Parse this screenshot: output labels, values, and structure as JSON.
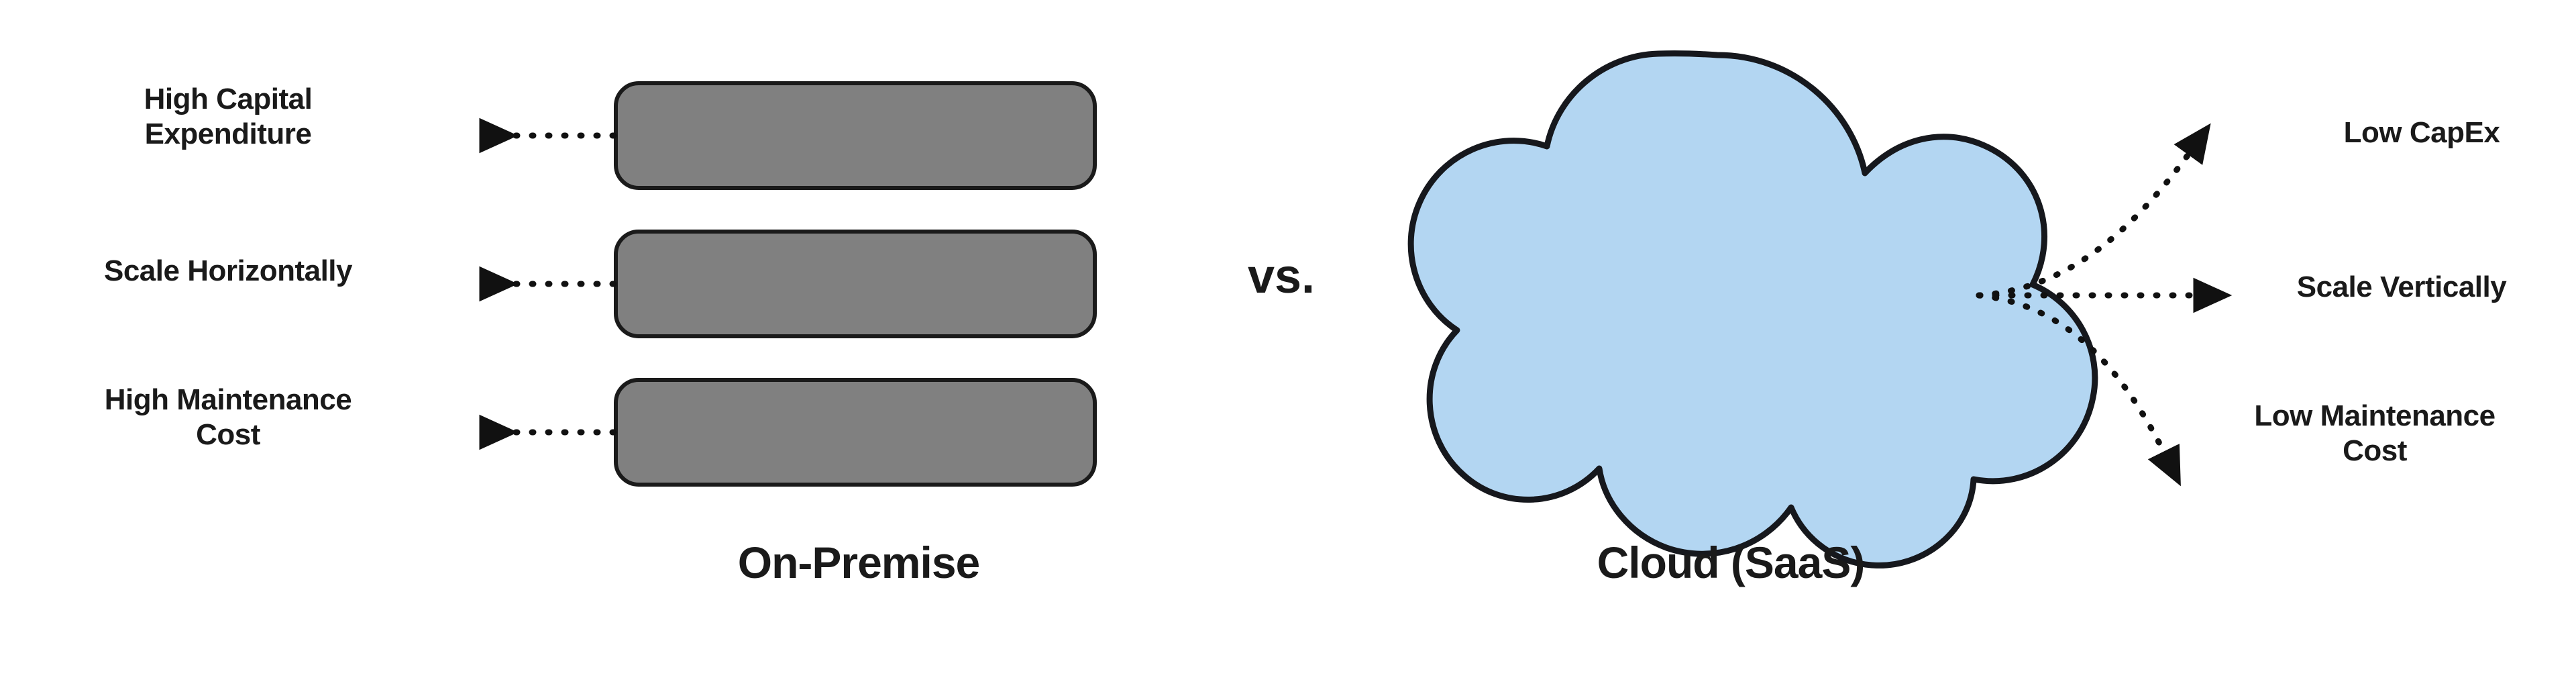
{
  "diagram": {
    "title": "On-Premise vs Cloud (SaaS)",
    "comparator": "vs.",
    "colors": {
      "server_fill": "#808080",
      "server_stroke": "#1a1a1a",
      "cloud_fill": "#b3d6f2",
      "cloud_stroke": "#16181d",
      "connector": "#111111",
      "text": "#1a1a1a",
      "background": "#ffffff"
    },
    "left": {
      "caption": "On-Premise",
      "shape": "server-stack",
      "node_count": 3,
      "features": [
        {
          "label": "High Capital\nExpenditure",
          "connector": "dotted-arrow-left"
        },
        {
          "label": "Scale Horizontally",
          "connector": "dotted-arrow-left"
        },
        {
          "label": "High Maintenance\nCost",
          "connector": "dotted-arrow-left"
        }
      ]
    },
    "right": {
      "caption": "Cloud (SaaS)",
      "shape": "cloud",
      "features": [
        {
          "label": "Low CapEx",
          "connector": "dotted-curved-arrow-up-right"
        },
        {
          "label": "Scale Vertically",
          "connector": "dotted-arrow-right"
        },
        {
          "label": "Low Maintenance\nCost",
          "connector": "dotted-curved-arrow-down-right"
        }
      ]
    }
  }
}
